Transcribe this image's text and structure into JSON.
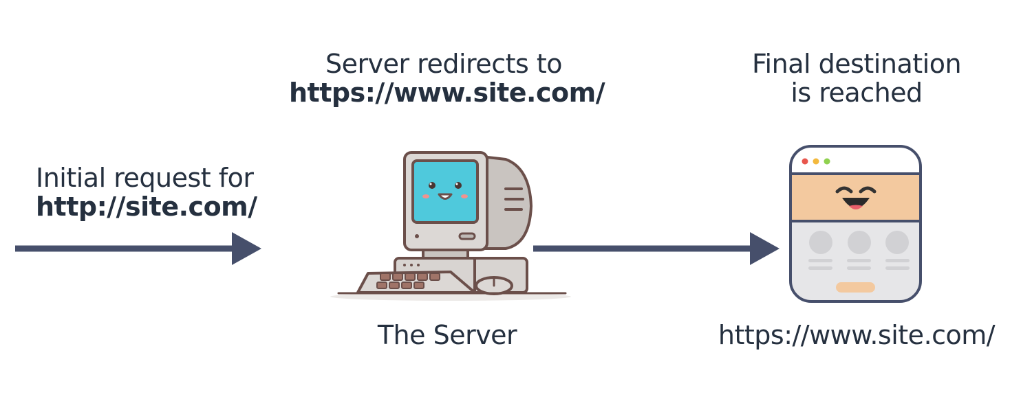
{
  "step1": {
    "line1": "Initial request for",
    "line2": "http://site.com/"
  },
  "step2": {
    "line1": "Server redirects to",
    "line2": "https://www.site.com/",
    "caption": "The Server"
  },
  "step3": {
    "line1": "Final destination",
    "line2": "is reached",
    "caption": "https://www.site.com/"
  },
  "colors": {
    "text": "#25303f",
    "arrow": "#464f6b",
    "outline": "#6b4f4a",
    "screen": "#4fc9dc",
    "computer_body": "#d8d4d1",
    "page_header": "#f3c99f",
    "page_body": "#e6e6e8",
    "button": "#f3c99f"
  },
  "icons": [
    "arrow-right-icon",
    "computer-icon",
    "web-page-icon"
  ]
}
